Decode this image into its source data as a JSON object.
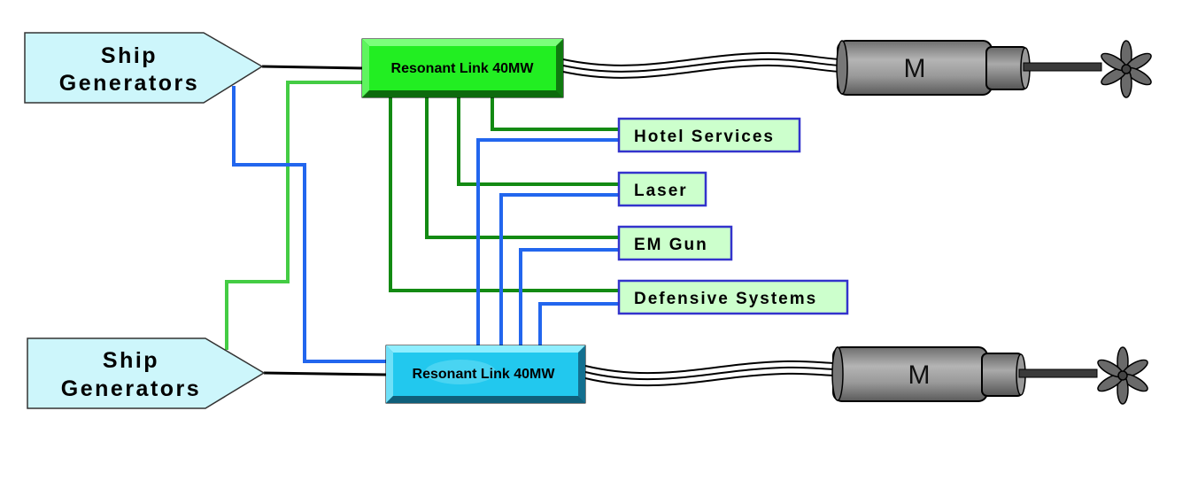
{
  "generators": [
    {
      "line1": "Ship",
      "line2": "Generators"
    },
    {
      "line1": "Ship",
      "line2": "Generators"
    }
  ],
  "links": [
    {
      "label": "Resonant Link 40MW",
      "color": "#22ee22"
    },
    {
      "label": "Resonant Link 40MW",
      "color": "#22c8ee"
    }
  ],
  "loads": [
    {
      "label": "Hotel Services"
    },
    {
      "label": "Laser"
    },
    {
      "label": "EM Gun"
    },
    {
      "label": "Defensive Systems"
    }
  ],
  "motors": [
    {
      "label": "M"
    },
    {
      "label": "M"
    }
  ],
  "colors": {
    "generator_fill": "#cdf6fb",
    "load_fill": "#ccffcc",
    "load_border": "#3333cc",
    "green_bus": "#138a13",
    "light_green_line": "#44cc44",
    "blue_line": "#2266ee",
    "motor_body": "#8c8c8c"
  }
}
